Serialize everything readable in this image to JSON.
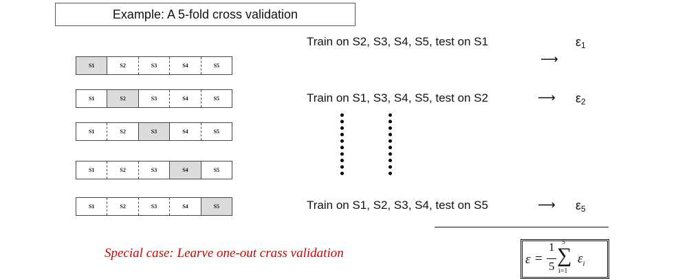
{
  "title": "Example: A 5-fold cross validation",
  "folds": [
    {
      "segments": [
        "S1",
        "S2",
        "S3",
        "S4",
        "S5"
      ],
      "test_index": 0,
      "text": "Train on S2, S3, S4, S5, test on S1",
      "arrow": "⟶",
      "error_symbol": "ε",
      "error_sub": "1"
    },
    {
      "segments": [
        "S1",
        "S2",
        "S3",
        "S4",
        "S5"
      ],
      "test_index": 1,
      "text": "Train on S1, S3, S4, S5, test on S2",
      "arrow": "⟶",
      "error_symbol": "ε",
      "error_sub": "2"
    },
    {
      "segments": [
        "S1",
        "S2",
        "S3",
        "S4",
        "S5"
      ],
      "test_index": 2
    },
    {
      "segments": [
        "S1",
        "S2",
        "S3",
        "S4",
        "S5"
      ],
      "test_index": 3
    },
    {
      "segments": [
        "S1",
        "S2",
        "S3",
        "S4",
        "S5"
      ],
      "test_index": 4,
      "text": "Train on S1, S2, S3, S4, test on S5",
      "arrow": "⟶",
      "error_symbol": "ε",
      "error_sub": "5"
    }
  ],
  "special_case": "Special case: Learve one-out crass validation",
  "formula": {
    "lhs": "ε",
    "eq": "=",
    "numerator": "1",
    "denominator": "5",
    "sigma": "∑",
    "upper": "5",
    "lower": "i=1",
    "term": "ε",
    "term_sub": "i"
  },
  "colors": {
    "test_fold_fill": "#dcdcdc",
    "special_text": "#d60000"
  }
}
